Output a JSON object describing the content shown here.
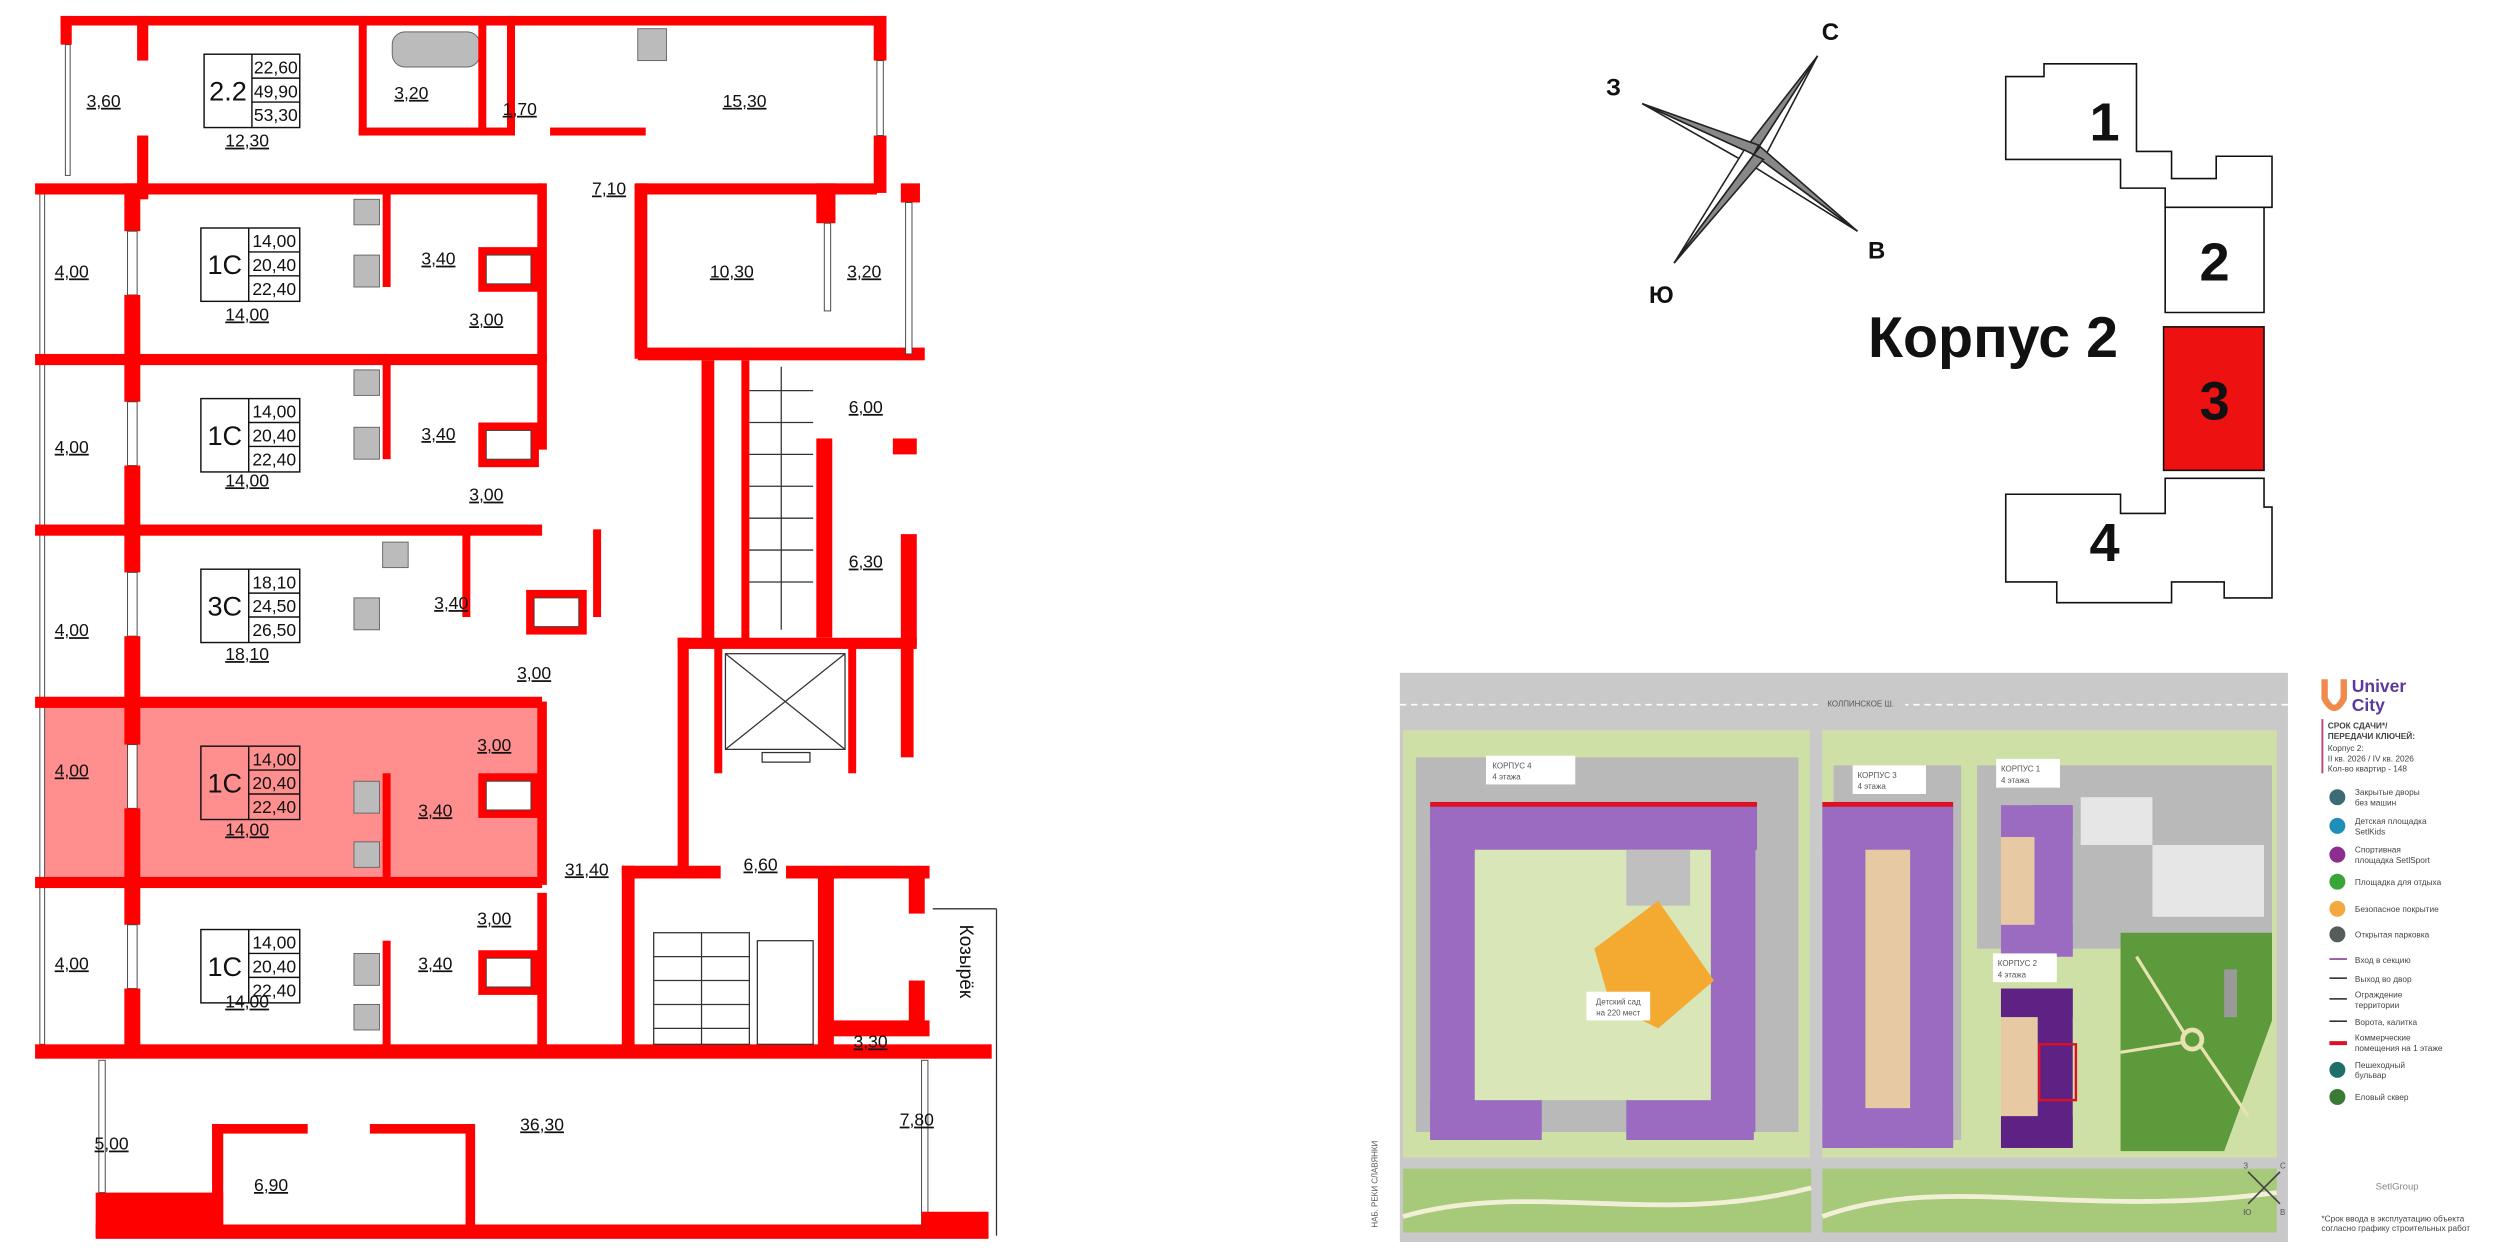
{
  "floorplan": {
    "rooms": [
      "3,60",
      "12,30",
      "3,20",
      "1,70",
      "15,30",
      "7,10",
      "10,30",
      "3,20",
      "4,00",
      "14,00",
      "3,40",
      "3,00",
      "4,00",
      "14,00",
      "3,40",
      "3,00",
      "4,00",
      "18,10",
      "3,40",
      "3,00",
      "4,00",
      "14,00",
      "3,00",
      "3,40",
      "4,00",
      "14,00",
      "3,00",
      "3,40",
      "6,00",
      "6,30",
      "6,60",
      "31,40",
      "3,30",
      "36,30",
      "7,80",
      "5,00",
      "6,90"
    ],
    "units": [
      {
        "type": "2.2",
        "areas": [
          "22,60",
          "49,90",
          "53,30"
        ]
      },
      {
        "type": "1С",
        "areas": [
          "14,00",
          "20,40",
          "22,40"
        ]
      },
      {
        "type": "1С",
        "areas": [
          "14,00",
          "20,40",
          "22,40"
        ]
      },
      {
        "type": "3С",
        "areas": [
          "18,10",
          "24,50",
          "26,50"
        ]
      },
      {
        "type": "1С",
        "areas": [
          "14,00",
          "20,40",
          "22,40"
        ],
        "selected": true
      },
      {
        "type": "1С",
        "areas": [
          "14,00",
          "20,40",
          "22,40"
        ]
      }
    ],
    "canopy_label": "Козырёк",
    "wall_color": "#ff0000",
    "highlight_color": "#ff7b7b"
  },
  "compass": {
    "north": "С",
    "west": "З",
    "east": "В",
    "south": "Ю"
  },
  "building": {
    "title": "Корпус 2",
    "sections": [
      "1",
      "2",
      "3",
      "4"
    ],
    "selected_section": "3",
    "selected_color": "#ee1111"
  },
  "siteplan": {
    "road": "КОЛПИНСКОЕ Ш.",
    "embankment": "НАБ. РЕКИ СЛАВЯНКИ",
    "buildings": [
      {
        "name": "КОРПУС 4",
        "floors": "4 этажа"
      },
      {
        "name": "КОРПУС 3",
        "floors": "4 этажа"
      },
      {
        "name": "КОРПУС 1",
        "floors": "4 этажа"
      },
      {
        "name": "КОРПУС 2",
        "floors": "4 этажа"
      }
    ],
    "kindergarten": [
      "Детский сад",
      "на 220 мест"
    ],
    "compass": {
      "north": "С",
      "west": "З",
      "east": "В",
      "south": "Ю"
    },
    "developer_logo": "SetlGroup"
  },
  "legend": {
    "brand": [
      "Univer",
      "City"
    ],
    "deadline_title": [
      "СРОК СДАЧИ*/",
      "ПЕРЕДАЧИ КЛЮЧЕЙ:"
    ],
    "korpus": "Корпус 2:",
    "dates": "II кв. 2026 / IV кв. 2026",
    "apartments": "Кол-во квартир - 148",
    "items": [
      {
        "icon": "no-cars-icon",
        "color": "#3d6b73",
        "label": [
          "Закрытые дворы",
          "без машин"
        ]
      },
      {
        "icon": "kids-playground-icon",
        "color": "#1e8fb8",
        "label": [
          "Детская площадка",
          "SetlKids"
        ]
      },
      {
        "icon": "sport-icon",
        "color": "#8b2e8f",
        "label": [
          "Спортивная",
          "площадка SetlSport"
        ]
      },
      {
        "icon": "rest-area-icon",
        "color": "#3aa63a",
        "label": [
          "Площадка для отдыха"
        ]
      },
      {
        "icon": "safe-surface-icon",
        "color": "#f4a940",
        "label": [
          "Безопасное покрытие"
        ]
      },
      {
        "icon": "parking-icon",
        "color": "#555d58",
        "label": [
          "Открытая парковка"
        ]
      },
      {
        "icon": "entrance-arrow-icon",
        "color": "#8b3a9a",
        "label": [
          "Вход в секцию"
        ]
      },
      {
        "icon": "exit-arrow-icon",
        "color": "#333333",
        "label": [
          "Выход во двор"
        ]
      },
      {
        "icon": "fence-line-icon",
        "color": "#333333",
        "label": [
          "Ограждение",
          "территории"
        ]
      },
      {
        "icon": "gate-icon",
        "color": "#333333",
        "label": [
          "Ворота, калитка"
        ]
      },
      {
        "icon": "commercial-line-icon",
        "color": "#dd1122",
        "label": [
          "Коммерческие",
          "помещения на 1 этаже"
        ]
      },
      {
        "icon": "boulevard-icon",
        "color": "#1e6f6a",
        "label": [
          "Пешеходный",
          "бульвар"
        ]
      },
      {
        "icon": "spruce-icon",
        "color": "#3b7a34",
        "label": [
          "Еловый сквер"
        ]
      }
    ],
    "footnote": [
      "*Срок ввода в эксплуатацию объекта",
      "согласно графику строительных работ"
    ]
  }
}
